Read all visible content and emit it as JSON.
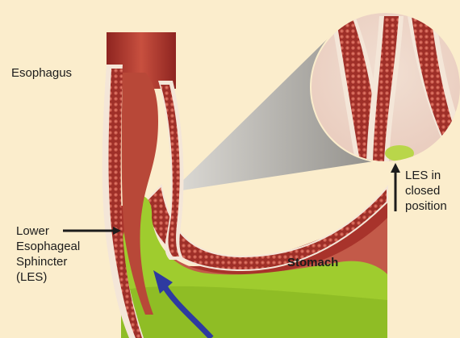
{
  "labels": {
    "esophagus": "Esophagus",
    "les": [
      "Lower",
      "Esophageal",
      "Sphincter",
      "(LES)"
    ],
    "stomach": "Stomach",
    "closed": [
      "LES in",
      "closed",
      "position"
    ]
  },
  "colors": {
    "background": "#fbedcc",
    "muscle": "#b23a2e",
    "lining": "#f3e2d4",
    "acid": "#9fcc2e",
    "arrow": "#2e3aa0"
  }
}
